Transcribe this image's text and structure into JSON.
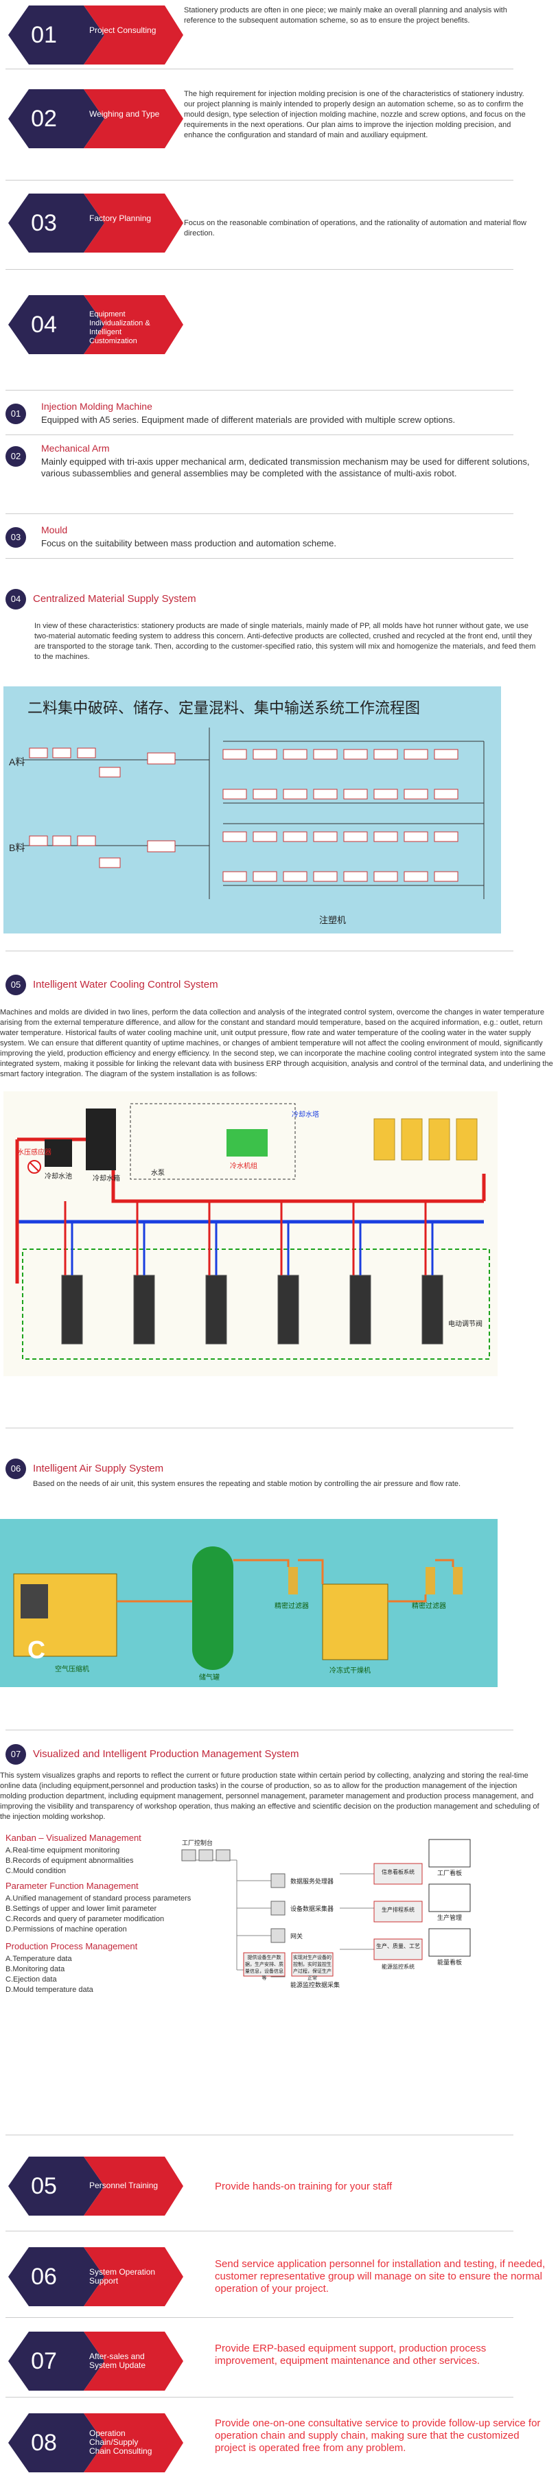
{
  "consulting": [
    {
      "num": "01",
      "label": "Project Consulting",
      "desc": "Stationery products are often in one piece; we mainly make an overall planning and analysis with reference to the subsequent automation scheme, so as to ensure the project benefits."
    },
    {
      "num": "02",
      "label": "Weighing and Type",
      "desc": "The high requirement for injection molding precision is one of the characteristics of stationery industry. our project planning is mainly intended to properly design an automation scheme, so as to confirm the mould design, type selection of injection molding machine, nozzle and screw options, and focus on the requirements in the next operations. Our plan aims to improve the injection molding precision, and enhance the configuration and standard of main and auxiliary equipment."
    },
    {
      "num": "03",
      "label": "Factory Planning",
      "desc": "Focus on the reasonable combination of operations, and the rationality of automation and material flow direction."
    },
    {
      "num": "04",
      "label": "Equipment Individualization & Intelligent Customization",
      "desc": ""
    }
  ],
  "items": [
    {
      "num": "01",
      "title": "Injection Molding Machine",
      "body": "Equipped with A5 series. Equipment made of different materials are provided with multiple screw options."
    },
    {
      "num": "02",
      "title": "Mechanical Arm",
      "body": "Mainly equipped with tri-axis upper mechanical arm, dedicated transmission mechanism may be used for different solutions, various subassemblies and general assemblies may be completed with the assistance of multi-axis robot."
    },
    {
      "num": "03",
      "title": "Mould",
      "body": "Focus on the suitability between mass production and automation scheme."
    }
  ],
  "sec04": {
    "num": "04",
    "title": "Centralized Material Supply System",
    "para": "In view of these characteristics: stationery products are made of single materials, mainly made of PP, all molds have hot runner without gate, we use two-material automatic feeding system to address this concern. Anti-defective products are collected, crushed and recycled at the front end, until they are transported to the storage tank. Then, according to the customer-specified ratio, this system will mix and homogenize the materials, and feed them to the machines.",
    "diagram_title": "二料集中破碎、储存、定量混料、集中输送系统工作流程图",
    "row_a": "A料",
    "row_b": "B料",
    "machine_label": "注塑机"
  },
  "sec05": {
    "num": "05",
    "title": "Intelligent Water Cooling Control System",
    "para": "Machines and molds are divided in two lines, perform the data collection and analysis of the integrated control system, overcome the changes in water temperature arising from the external temperature difference, and allow for the constant and standard mould temperature, based on the acquired information, e.g.: outlet, return water temperature. Historical faults of water cooling machine unit, unit output pressure, flow rate and water temperature of the cooling water in the water supply system. We can ensure that different quantity of uptime machines, or changes of ambient temperature will not affect the cooling environment of mould, significantly improving the yield, production efficiency and energy efficiency. In the second step, we can incorporate the machine cooling control integrated system into the same integrated system, making it possible for linking the relevant data with business ERP through acquisition, analysis and control of the terminal data, and underlining the smart factory integration. The diagram of the system installation is as follows:",
    "label_tower": "冷却水塔",
    "label_tank": "冷却水箱",
    "label_pump": "水泵",
    "label_pool": "冷却水池",
    "label_chiller": "冷水机组",
    "label_return": "水压感应器",
    "label_valve": "电动调节阀"
  },
  "sec06": {
    "num": "06",
    "title": "Intelligent Air Supply System",
    "para": "Based on the needs of air unit, this system ensures the repeating and stable motion by controlling the air pressure and flow rate.",
    "label_compressor": "空气压缩机",
    "label_tank": "储气罐",
    "label_filter1": "精密过滤器",
    "label_dryer": "冷冻式干燥机",
    "label_filter2": "精密过滤器",
    "compressor_logo": "C"
  },
  "sec07": {
    "num": "07",
    "title": "Visualized and Intelligent Production Management System",
    "para": "This system visualizes graphs and reports to reflect the current or future production state within certain period by collecting, analyzing and storing the real-time online data (including equipment,personnel and production tasks) in the course of production, so as to allow for the production management of the injection molding production department, including equipment management, personnel management, parameter management and production process management, and improving the visibility and transparency of workshop operation, thus making an effective and scientific decision on the production management and scheduling of the injection molding workshop.",
    "groups": [
      {
        "heading": "Kanban – Visualized Management",
        "items": [
          "A.Real-time equipment monitoring",
          "B.Records of equipment abnormalities",
          "C.Mould condition"
        ]
      },
      {
        "heading": "Parameter Function Management",
        "items": [
          "A.Unified management of standard process parameters",
          "B.Settings of upper and lower limit parameter",
          "C.Records and query of parameter modification",
          "D.Permissions of machine operation"
        ]
      },
      {
        "heading": "Production Process Management",
        "items": [
          "A.Temperature data",
          "B.Monitoring data",
          "C.Ejection data",
          "D.Mould temperature data"
        ]
      }
    ],
    "diagram": {
      "server": "工厂控制台",
      "center1": "数据服务处理器",
      "center2": "设备数据采集器",
      "center3": "网关",
      "center4": "能源监控数据采集",
      "box1": "提供设备生产数据，生产安排、质量信息，设备信息等",
      "box2": "实现对生产设备的控制，实时监控生产过程，保证生产正常",
      "box3": "生产、质量、工艺",
      "box4": "工厂看板",
      "box5": "信息看板系统",
      "box6": "生产管理",
      "box7": "生产排程系统",
      "box8": "能源监控系统",
      "box9": "能量看板"
    }
  },
  "services": [
    {
      "num": "05",
      "label": "Personnel Training",
      "desc": "Provide hands-on training for your staff"
    },
    {
      "num": "06",
      "label": "System Operation Support",
      "desc": "Send service application personnel for installation and testing, if needed, customer representative group will manage on site to ensure the normal operation of your project."
    },
    {
      "num": "07",
      "label": "After-sales and System Update",
      "desc": "Provide ERP-based equipment support, production process improvement, equipment maintenance and other services."
    },
    {
      "num": "08",
      "label": "Operation Chain/Supply Chain Consulting",
      "desc": "Provide one-on-one consultative service to provide follow-up service for operation chain and supply chain, making sure that the customized project is operated free from any problem."
    }
  ]
}
